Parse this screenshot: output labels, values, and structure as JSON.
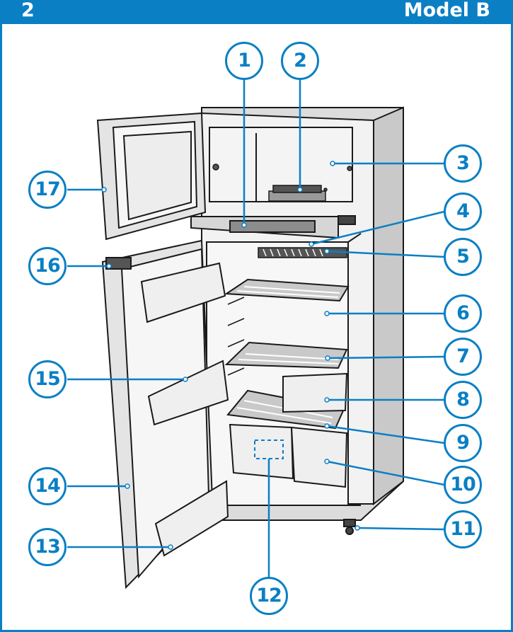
{
  "header": {
    "section_number": "2",
    "model_label": "Model B"
  },
  "callouts": [
    "1",
    "2",
    "3",
    "4",
    "5",
    "6",
    "7",
    "8",
    "9",
    "10",
    "11",
    "12",
    "13",
    "14",
    "15",
    "16",
    "17"
  ],
  "colors": {
    "accent": "#0a7fc4",
    "line": "#1a1a1a",
    "panel": "#e9e9e9",
    "shadow": "#bdbdbd"
  }
}
